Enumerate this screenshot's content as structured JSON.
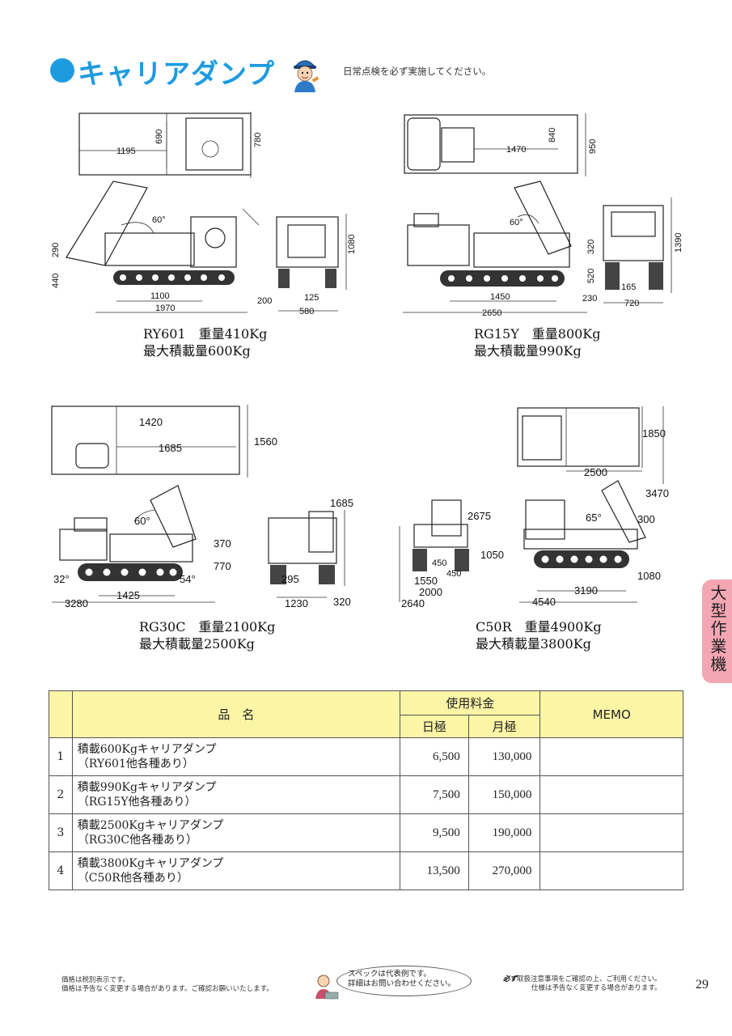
{
  "header": {
    "title": "キャリアダンプ",
    "notice": "日常点検を必ず実施してください。",
    "mascot_icon": "worker-mascot-icon"
  },
  "machines": [
    {
      "model": "RY601",
      "weight_label": "重量410Kg",
      "load_label": "最大積載量600Kg",
      "dims": [
        "1195",
        "690",
        "780",
        "60°",
        "290",
        "440",
        "1100",
        "1970",
        "1080",
        "200",
        "125",
        "580"
      ]
    },
    {
      "model": "RG15Y",
      "weight_label": "重量800Kg",
      "load_label": "最大積載量990Kg",
      "dims": [
        "1470",
        "840",
        "950",
        "60°",
        "320",
        "520",
        "1450",
        "2650",
        "1390",
        "165",
        "230",
        "720"
      ]
    },
    {
      "model": "RG30C",
      "weight_label": "重量2100Kg",
      "load_label": "最大積載量2500Kg",
      "dims": [
        "1420",
        "1685",
        "1560",
        "60°",
        "370",
        "770",
        "32°",
        "54°",
        "1425",
        "3280",
        "1685",
        "295",
        "1230",
        "320"
      ]
    },
    {
      "model": "C50R",
      "weight_label": "重量4900Kg",
      "load_label": "最大積載量3800Kg",
      "dims": [
        "1850",
        "2500",
        "3470",
        "2675",
        "65°",
        "300",
        "1050",
        "1080",
        "450",
        "450",
        "1550",
        "2000",
        "2640",
        "3190",
        "4540"
      ]
    }
  ],
  "side_tab": "大型作業機",
  "table": {
    "header_name": "品　名",
    "header_price": "使用料金",
    "header_day": "日極",
    "header_month": "月極",
    "header_memo": "MEMO",
    "rows": [
      {
        "no": "1",
        "name": "積載600Kgキャリアダンプ",
        "sub": "（RY601他各種あり）",
        "day": "6,500",
        "month": "130,000",
        "memo": ""
      },
      {
        "no": "2",
        "name": "積載990Kgキャリアダンプ",
        "sub": "（RG15Y他各種あり）",
        "day": "7,500",
        "month": "150,000",
        "memo": ""
      },
      {
        "no": "3",
        "name": "積載2500Kgキャリアダンプ",
        "sub": "（RG30C他各種あり）",
        "day": "9,500",
        "month": "190,000",
        "memo": ""
      },
      {
        "no": "4",
        "name": "積載3800Kgキャリアダンプ",
        "sub": "（C50R他各種あり）",
        "day": "13,500",
        "month": "270,000",
        "memo": ""
      }
    ]
  },
  "footer": {
    "left_line1": "価格は税別表示です。",
    "left_line2": "価格は予告なく変更する場合があります。ご確認お願いいたします。",
    "bubble_line1": "スペックは代表例です。",
    "bubble_line2": "詳細はお問い合わせください。",
    "right_emphasis": "必ず",
    "right_line1": "取扱注意事項をご確認の上、ご利用ください。",
    "right_line2": "仕様は予告なく変更する場合があります。",
    "page_number": "29",
    "staff_icon": "staff-with-laptop-icon"
  },
  "colors": {
    "title_blue": "#1e9be0",
    "table_header": "#fbf5a6",
    "side_tab": "#f4a6b3"
  }
}
